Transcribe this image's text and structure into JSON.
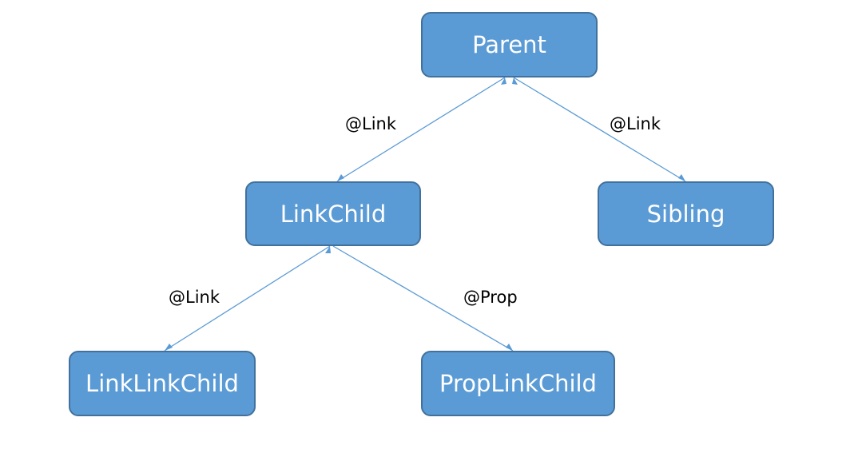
{
  "colors": {
    "node_fill": "#5B9BD5",
    "node_border": "#41719C",
    "edge": "#5B9BD5",
    "label_text": "#000000"
  },
  "nodes": {
    "parent": "Parent",
    "link_child": "LinkChild",
    "sibling": "Sibling",
    "link_link_child": "LinkLinkChild",
    "prop_link_child": "PropLinkChild"
  },
  "edges": [
    {
      "from": "Parent",
      "to": "LinkChild",
      "label": "@Link",
      "direction": "bidirectional"
    },
    {
      "from": "Parent",
      "to": "Sibling",
      "label": "@Link",
      "direction": "bidirectional"
    },
    {
      "from": "LinkChild",
      "to": "LinkLinkChild",
      "label": "@Link",
      "direction": "bidirectional"
    },
    {
      "from": "LinkChild",
      "to": "PropLinkChild",
      "label": "@Prop",
      "direction": "one-way"
    }
  ]
}
